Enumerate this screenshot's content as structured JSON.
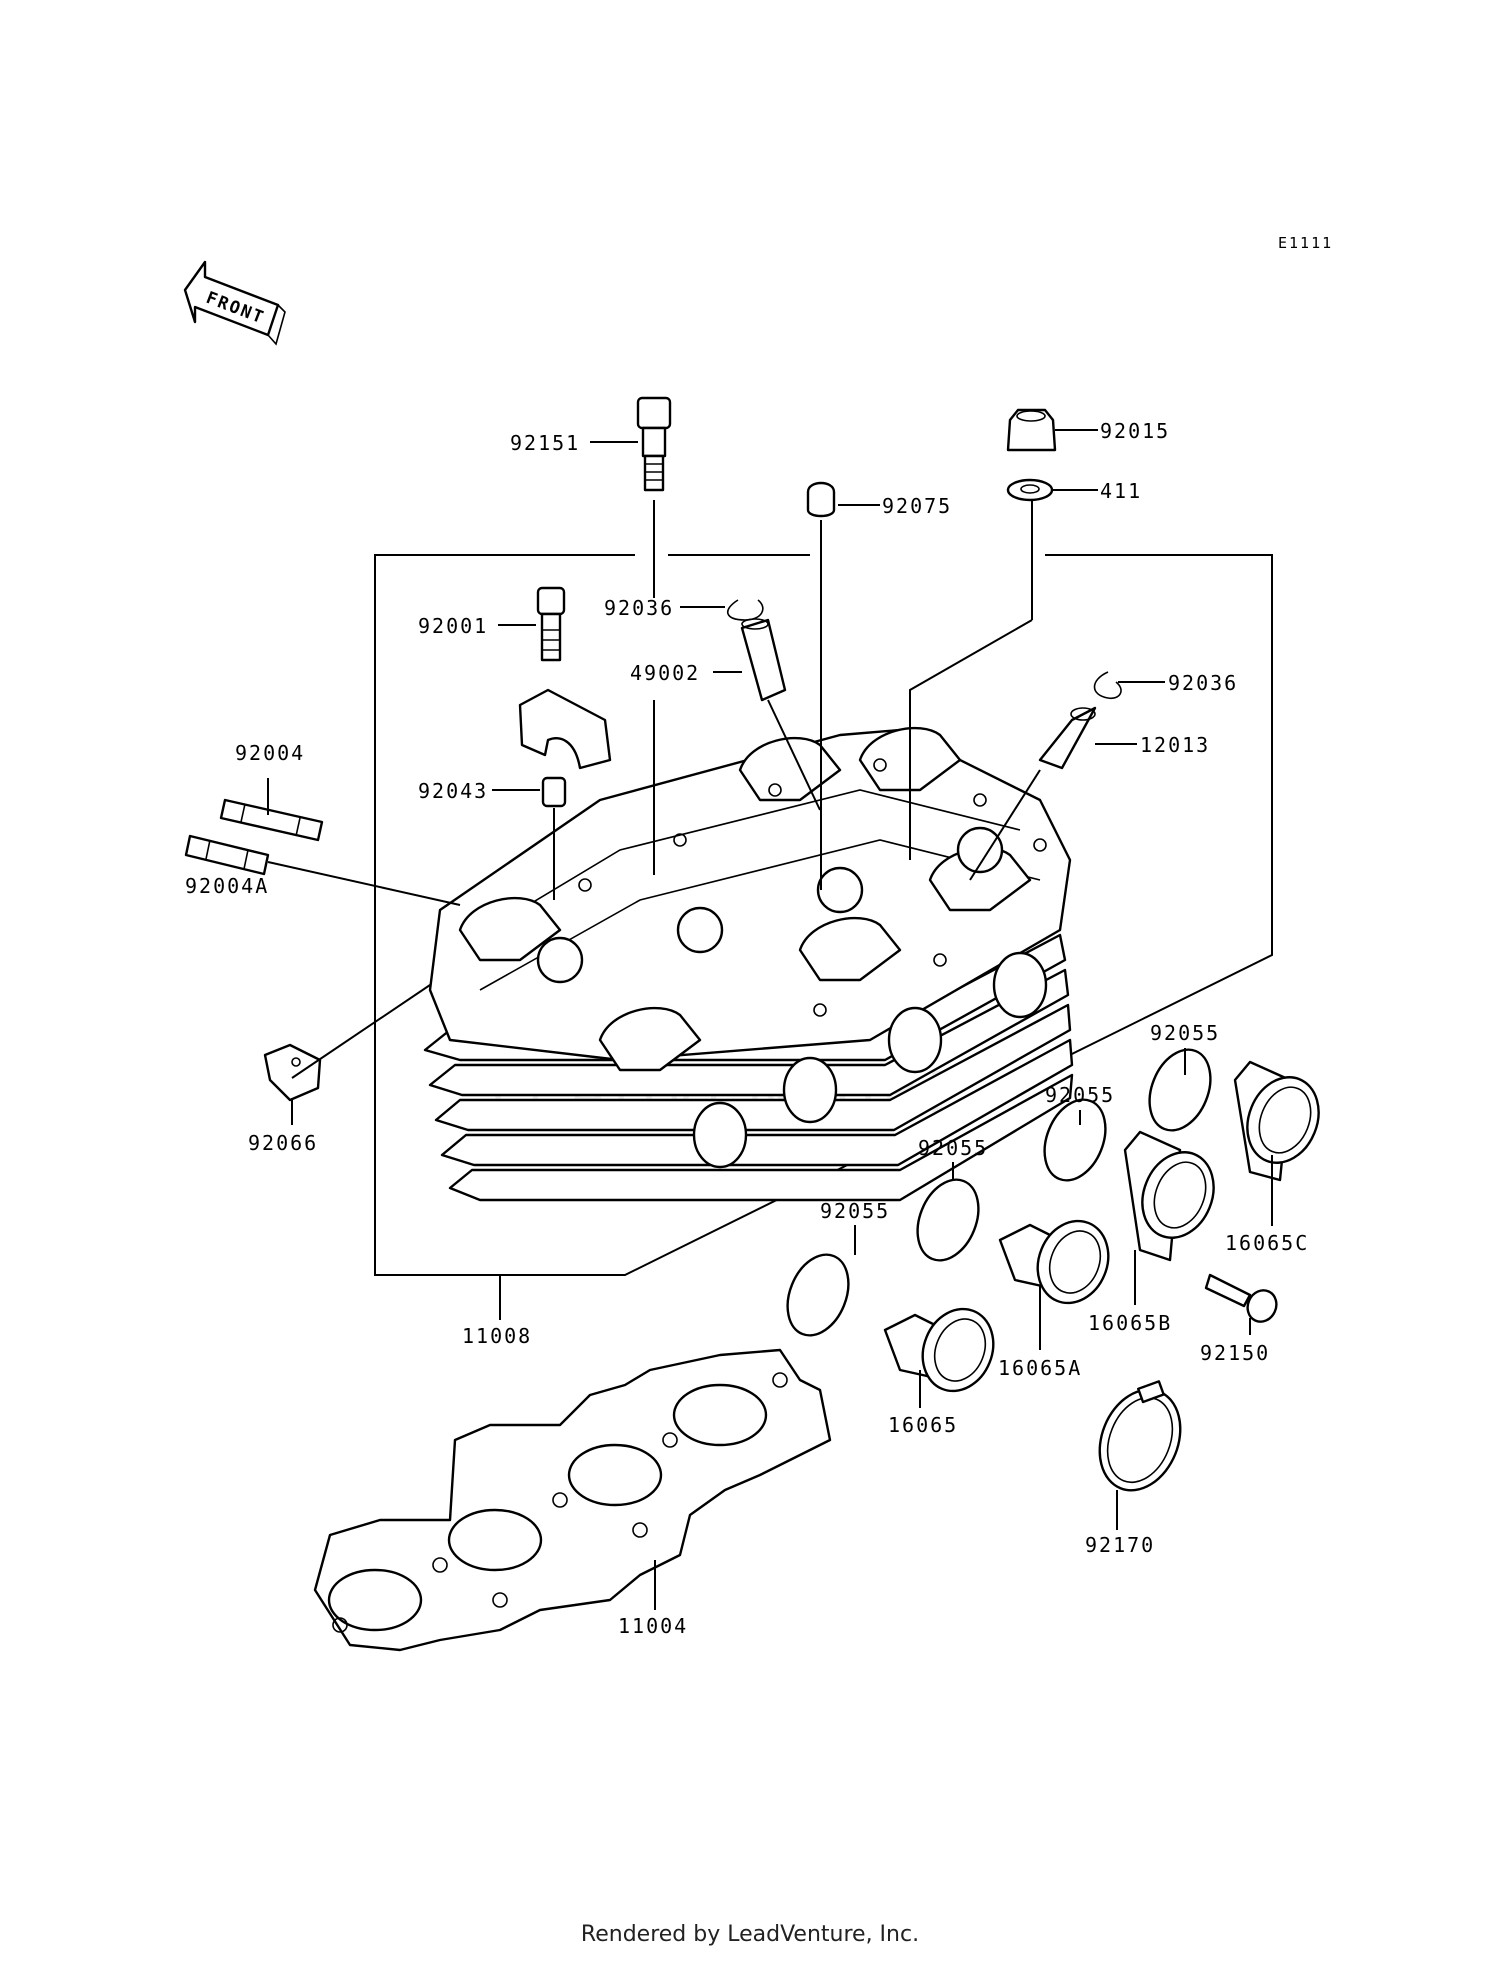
{
  "diagram_code": "E1111",
  "front_arrow_label": "FRONT",
  "watermark": "LEADVENTURE",
  "footer": "Rendered by LeadVenture, Inc.",
  "parts": [
    {
      "id": "p92151",
      "number": "92151"
    },
    {
      "id": "p92015",
      "number": "92015"
    },
    {
      "id": "p92075",
      "number": "92075"
    },
    {
      "id": "p411",
      "number": "411"
    },
    {
      "id": "p92036a",
      "number": "92036"
    },
    {
      "id": "p92001",
      "number": "92001"
    },
    {
      "id": "p49002",
      "number": "49002"
    },
    {
      "id": "p92036b",
      "number": "92036"
    },
    {
      "id": "p12013",
      "number": "12013"
    },
    {
      "id": "p92004",
      "number": "92004"
    },
    {
      "id": "p92043",
      "number": "92043"
    },
    {
      "id": "p92004A",
      "number": "92004A"
    },
    {
      "id": "p92055a",
      "number": "92055"
    },
    {
      "id": "p92055b",
      "number": "92055"
    },
    {
      "id": "p92055c",
      "number": "92055"
    },
    {
      "id": "p92055d",
      "number": "92055"
    },
    {
      "id": "p92066",
      "number": "92066"
    },
    {
      "id": "p16065C",
      "number": "16065C"
    },
    {
      "id": "p16065B",
      "number": "16065B"
    },
    {
      "id": "p92150",
      "number": "92150"
    },
    {
      "id": "p11008",
      "number": "11008"
    },
    {
      "id": "p16065",
      "number": "16065"
    },
    {
      "id": "p16065A",
      "number": "16065A"
    },
    {
      "id": "p92170",
      "number": "92170"
    },
    {
      "id": "p11004",
      "number": "11004"
    }
  ]
}
